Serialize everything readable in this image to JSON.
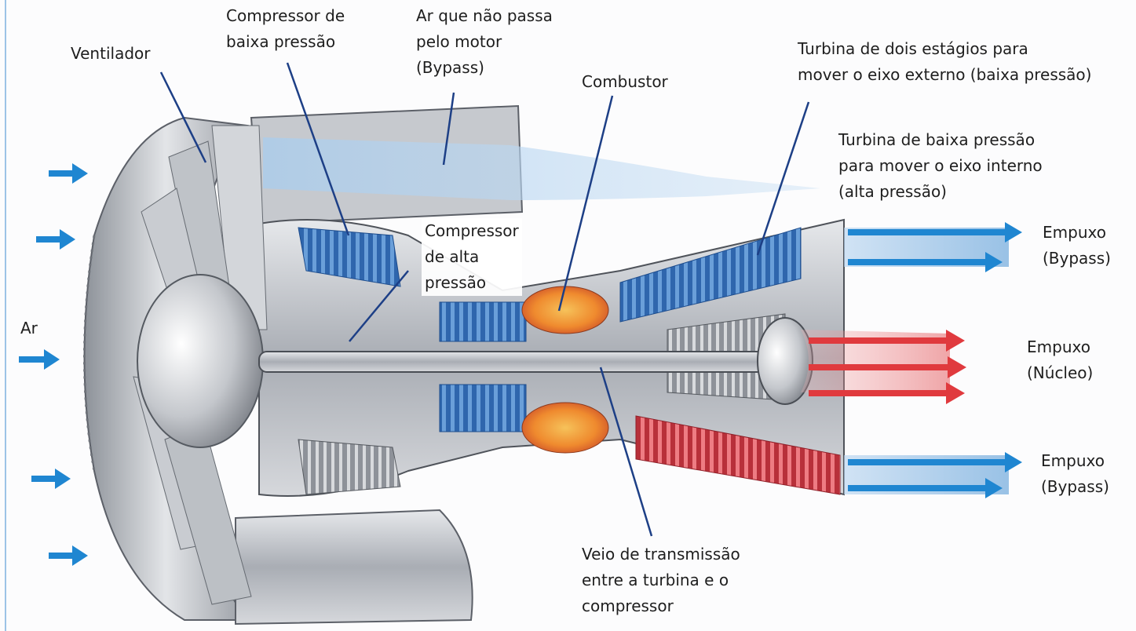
{
  "labels": {
    "ventilador": "Ventilador",
    "compressor_baixa": "Compressor de\nbaixa pressão",
    "ar_bypass": "Ar que não passa\npelo motor\n(Bypass)",
    "combustor": "Combustor",
    "turbina_dois_estagios": "Turbina de dois estágios para\nmover o eixo externo (baixa pressão)",
    "turbina_baixa": "Turbina de baixa pressão\npara mover o eixo interno\n(alta pressão)",
    "compressor_alta": "Compressor\nde alta\npressão",
    "ar": "Ar",
    "empuxo_bypass_top": "Empuxo\n(Bypass)",
    "empuxo_nucleo": "Empuxo\n(Núcleo)",
    "empuxo_bypass_bottom": "Empuxo\n(Bypass)",
    "veio": "Veio de transmissão\nentre a turbina e o\ncompressor"
  },
  "colors": {
    "air_arrow": "#1f86d1",
    "hot_arrow": "#e03a3e",
    "compressor_blue": "#3b78c2",
    "turbine_red": "#d9434c",
    "combustion_orange": "#ef8a2e",
    "leader_line": "#1d3f86",
    "metal": "#b9bcc2"
  }
}
